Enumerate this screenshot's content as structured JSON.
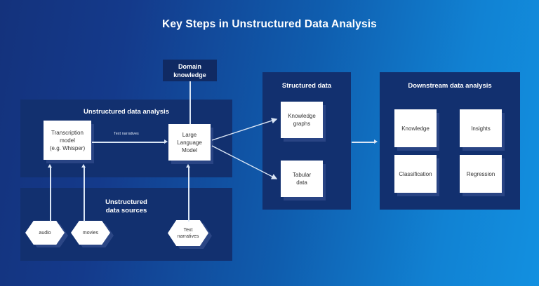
{
  "title": "Key Steps in Unstructured Data Analysis",
  "colors": {
    "bg_left": "#14327c",
    "bg_right": "#1290e0",
    "panel": "#12306f",
    "node_fill": "#ffffff",
    "node_shadow": "#2b4685",
    "connector": "#dbe6f5",
    "dark_box": "#102a63",
    "node_text": "#333333",
    "panel_title_text": "#ffffff"
  },
  "panels": {
    "unstructured_analysis": {
      "title": "Unstructured data analysis",
      "nodes": [
        {
          "id": "transcription-model",
          "label": "Transcription\nmodel\n(e.g. Whisper)"
        },
        {
          "id": "large-language-model",
          "label": "Large\nLanguage\nModel"
        }
      ]
    },
    "unstructured_sources": {
      "title": "Unstructured\ndata sources",
      "nodes": [
        {
          "id": "source-audio",
          "label": "audio"
        },
        {
          "id": "source-movies",
          "label": "movies"
        },
        {
          "id": "source-text-narratives",
          "label": "Text\nnarratives"
        }
      ]
    },
    "structured_data": {
      "title": "Structured data",
      "nodes": [
        {
          "id": "knowledge-graphs",
          "label": "Knowledge\ngraphs"
        },
        {
          "id": "tabular-data",
          "label": "Tabular\ndata"
        }
      ]
    },
    "downstream_analysis": {
      "title": "Downstream data analysis",
      "nodes": [
        {
          "id": "knowledge",
          "label": "Knowledge"
        },
        {
          "id": "insights",
          "label": "Insights"
        },
        {
          "id": "classification",
          "label": "Classification"
        },
        {
          "id": "regression",
          "label": "Regression"
        }
      ]
    }
  },
  "standalone_nodes": {
    "domain_knowledge": {
      "id": "domain-knowledge",
      "label": "Domain\nknowledge"
    }
  },
  "edges": {
    "transcription_to_llm_label": "Text narratives"
  }
}
